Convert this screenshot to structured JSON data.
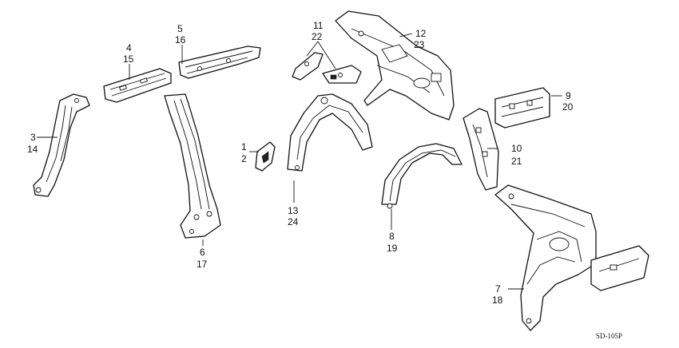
{
  "callouts": [
    {
      "id": "c1",
      "top": "1",
      "bottom": "2"
    },
    {
      "id": "c3",
      "top": "3",
      "bottom": "14"
    },
    {
      "id": "c4",
      "top": "4",
      "bottom": "15"
    },
    {
      "id": "c5",
      "top": "5",
      "bottom": "16"
    },
    {
      "id": "c6",
      "top": "6",
      "bottom": "17"
    },
    {
      "id": "c7",
      "top": "7",
      "bottom": "18"
    },
    {
      "id": "c8",
      "top": "8",
      "bottom": "19"
    },
    {
      "id": "c9",
      "top": "9",
      "bottom": "20"
    },
    {
      "id": "c10",
      "top": "10",
      "bottom": "21"
    },
    {
      "id": "c11",
      "top": "11",
      "bottom": "22"
    },
    {
      "id": "c12",
      "top": "12",
      "bottom": "23"
    },
    {
      "id": "c13",
      "top": "13",
      "bottom": "24"
    }
  ],
  "diagram_code": "SD-105P"
}
